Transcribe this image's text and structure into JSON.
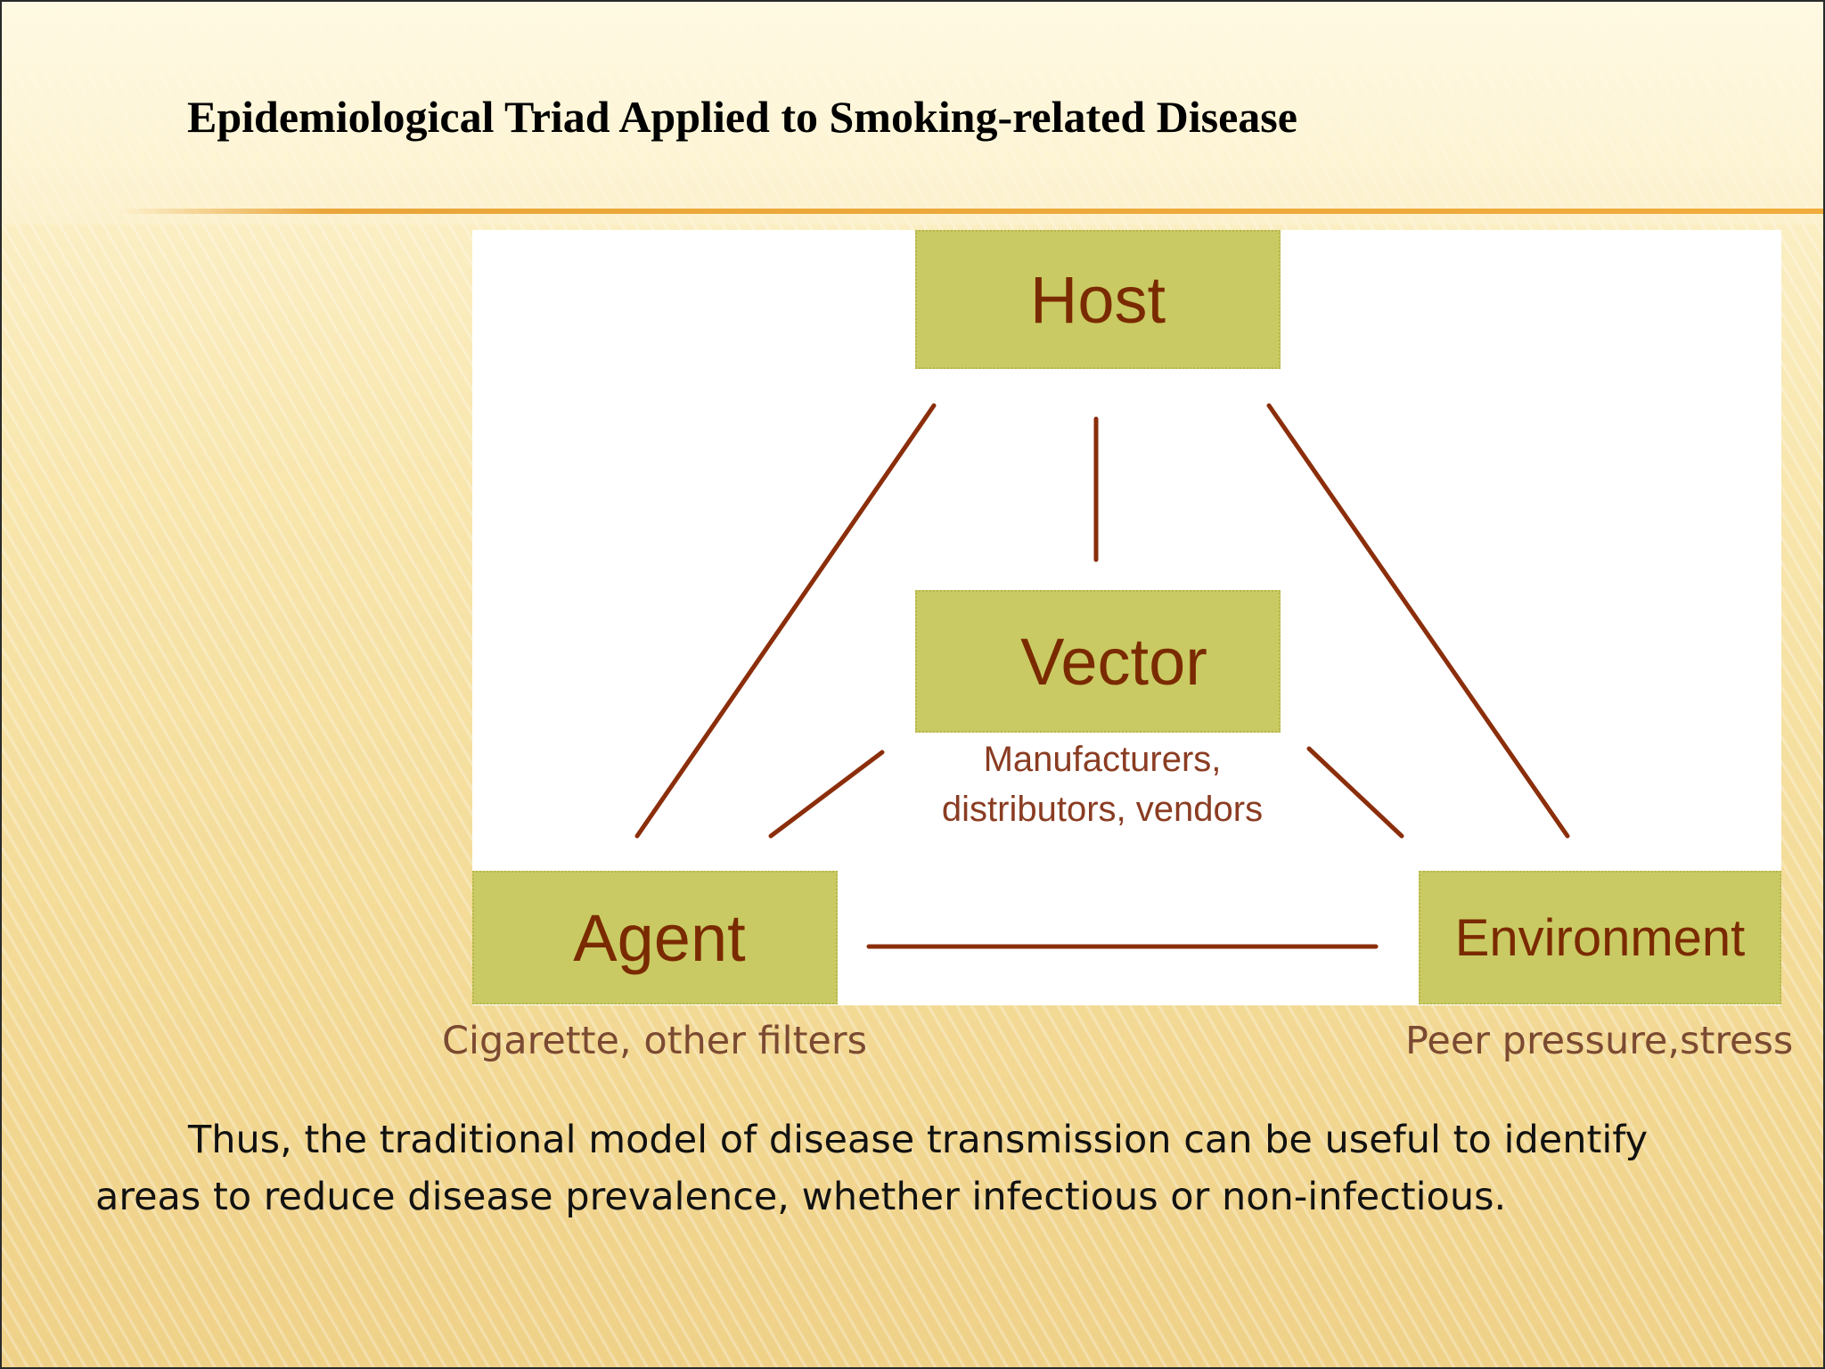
{
  "slide": {
    "title": "Epidemiological Triad Applied to Smoking-related Disease"
  },
  "diagram": {
    "nodes": {
      "host": "Host",
      "vector": "Vector",
      "agent": "Agent",
      "environment": "Environment"
    },
    "vector_note": {
      "line1": "Manufacturers,",
      "line2": "distributors, vendors"
    },
    "captions": {
      "agent": "Cigarette, other filters",
      "environment": "Peer pressure,stress"
    },
    "colors": {
      "box_fill": "#c9ca63",
      "line": "#8b2e0b",
      "label": "#7a2a00"
    }
  },
  "body": {
    "line1": "Thus, the traditional model of disease transmission can be useful to identify",
    "line2": "areas to reduce disease prevalence, whether infectious or non-infectious."
  }
}
